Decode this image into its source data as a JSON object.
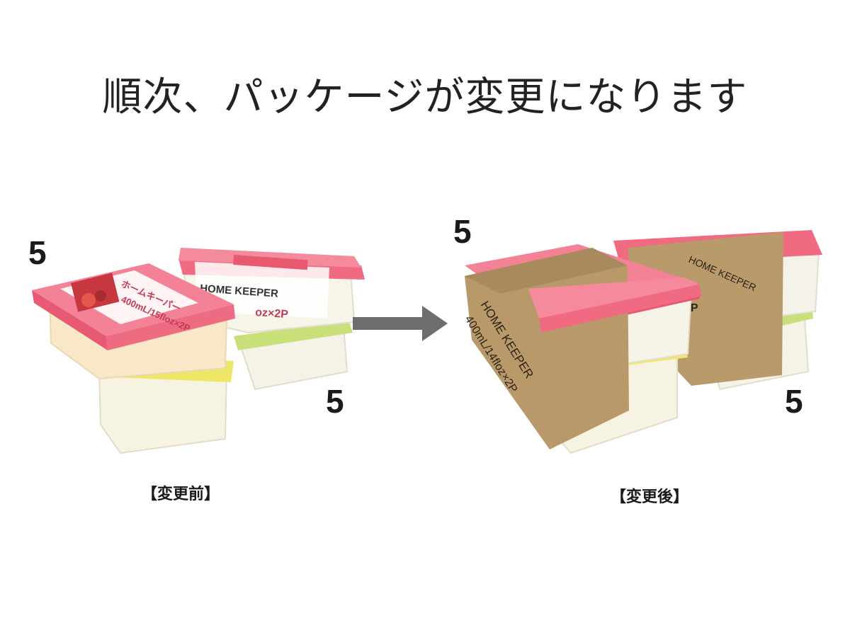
{
  "headline": "順次、パッケージが変更になります",
  "before": {
    "caption": "【変更前】",
    "qty_front": "5",
    "qty_back": "5",
    "sleeve_title": "ホームキーパー",
    "brand": "HOME KEEPER",
    "capacity": "400mL/15floz×2P",
    "capacity_partial": "oz×2P"
  },
  "after": {
    "caption": "【変更後】",
    "qty_front": "5",
    "qty_back": "5",
    "brand": "HOME KEEPER",
    "capacity": "400mL/14floz×2P",
    "capacity_partial": "2P"
  },
  "colors": {
    "lid_pink": "#f0607a",
    "lid_green": "#c7e07a",
    "lid_yellow": "#f0e56a",
    "container_clear": "#f6f3e6",
    "kraft_sleeve": "#b8996a",
    "arrow_gray": "#6d6d6d"
  }
}
